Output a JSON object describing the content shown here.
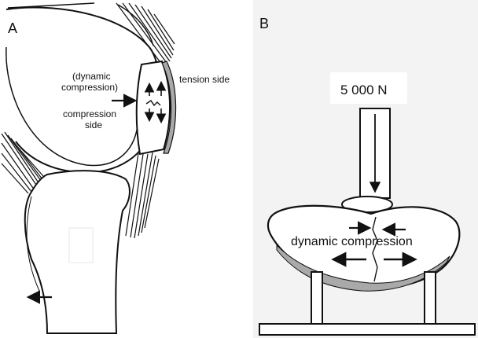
{
  "panel_a": {
    "letter": "A",
    "label_dynamic_compression_line1": "(dynamic",
    "label_dynamic_compression_line2": "compression)",
    "label_compression_side_line1": "compression",
    "label_compression_side_line2": "side",
    "label_tension_side": "tension side"
  },
  "panel_b": {
    "letter": "B",
    "load_label": "5 000 N",
    "label_dynamic_compression": "dynamic compression"
  },
  "colors": {
    "line": "#111111",
    "tension_band": "#a9a9a9",
    "panel_b_background": "#f3f3f3"
  },
  "icons": [
    "arrow-right-icon",
    "arrow-left-icon",
    "arrow-down-icon",
    "arrow-up-icon"
  ]
}
